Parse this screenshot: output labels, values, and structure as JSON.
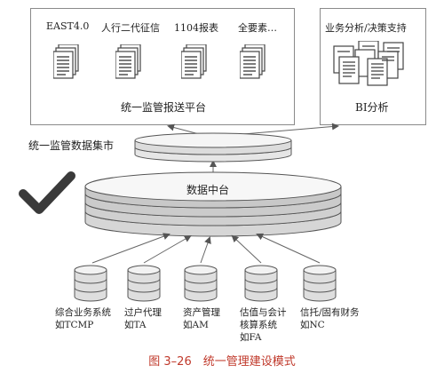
{
  "report_platform": {
    "title": "统一监管报送平台",
    "items": [
      "EAST4.0",
      "人行二代征信",
      "1104报表",
      "全要素…"
    ]
  },
  "bi_platform": {
    "title": "BI分析",
    "item": "业务分析/决策支持"
  },
  "data_mart": {
    "label": "统一监管数据集市"
  },
  "data_platform": {
    "label": "数据中台"
  },
  "sources": [
    {
      "line1": "综合业务系统",
      "line2": "如TCMP",
      "line3": ""
    },
    {
      "line1": "过户代理",
      "line2": "如TA",
      "line3": ""
    },
    {
      "line1": "资产管理",
      "line2": "如AM",
      "line3": ""
    },
    {
      "line1": "估值与会计",
      "line2": "核算系统",
      "line3": "如FA"
    },
    {
      "line1": "信托/固有财务",
      "line2": "如NC",
      "line3": ""
    }
  ],
  "caption": "图 3–26　统一管理建设模式",
  "colors": {
    "check": "#3a3a3a",
    "disk_fill": "#e2e2e2",
    "disk_edge": "#555555",
    "caption": "#c0392b"
  }
}
